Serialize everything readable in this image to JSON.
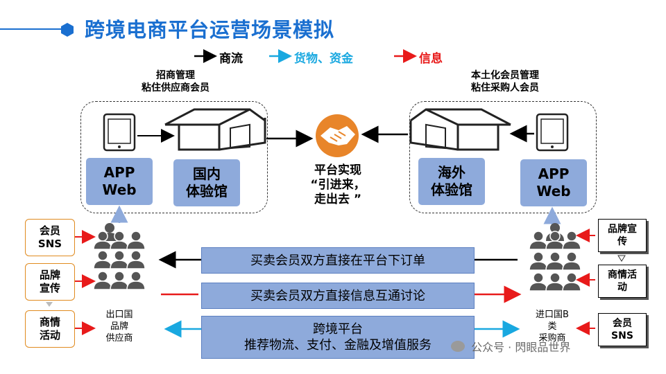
{
  "title": "跨境电商平台运营场景模拟",
  "legend": [
    {
      "label": "商流",
      "color": "#000000"
    },
    {
      "label": "货物、资金",
      "color": "#19a8e0"
    },
    {
      "label": "信息",
      "color": "#e81a1a"
    }
  ],
  "left_group": {
    "heading": "招商管理\n粘住供应商会员",
    "app_web": "APP\nWeb",
    "experience_hall": "国内\n体验馆"
  },
  "right_group": {
    "heading": "本土化会员管理\n粘住采购人会员",
    "experience_hall": "海外\n体验馆",
    "app_web": "APP\nWeb"
  },
  "center": {
    "text": "平台实现\n“引进来，\n走出去 ”",
    "icon": "handshake-icon"
  },
  "left_side_boxes": [
    "会员\nSNS",
    "品牌\n宣传",
    "商情\n活动"
  ],
  "right_side_boxes": [
    "品牌宣\n传",
    "商情活\n动",
    "会员\nSNS"
  ],
  "left_people_label": "出口国\n品牌\n供应商",
  "right_people_label": "进口国B\n类\n采购商",
  "bars": [
    {
      "text": "买卖会员双方直接在平台下订单",
      "flow": "商流"
    },
    {
      "text": "买卖会员双方直接信息互通讨论",
      "flow": "信息"
    },
    {
      "text": "跨境平台\n推荐物流、支付、金融及增值服务",
      "flow": "货物、资金"
    }
  ],
  "watermark": "公众号 · 閃眼品世界",
  "colors": {
    "brand_blue": "#1a6fd0",
    "box_blue": "#8eaadb",
    "orange": "#e08a1e",
    "red": "#e81a1a",
    "cyan": "#19a8e0"
  }
}
